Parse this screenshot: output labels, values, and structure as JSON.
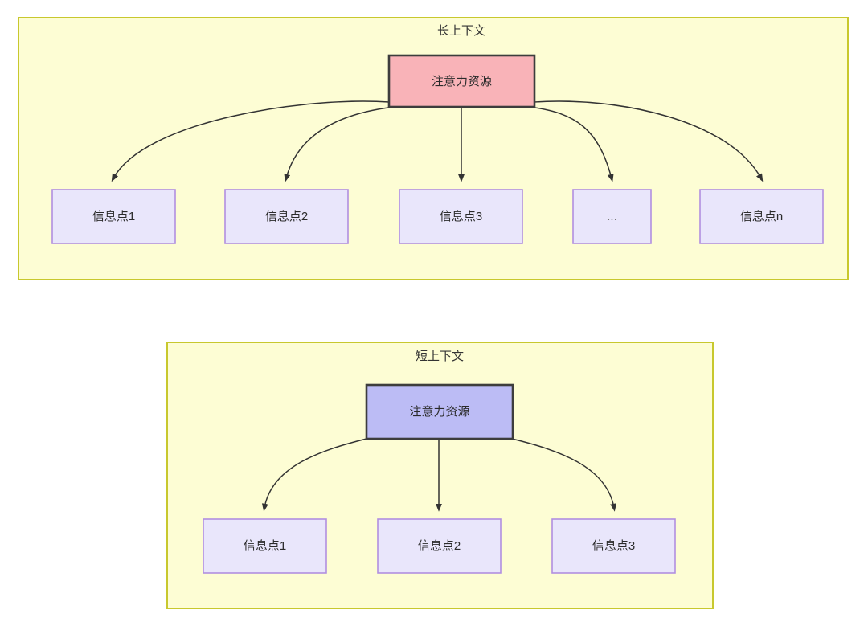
{
  "diagram": {
    "type": "flowchart",
    "background_color": "#ffffff",
    "panels": [
      {
        "id": "long-context",
        "title": "长上下文",
        "fill": "#fdfdd4",
        "border": "#c8c82e",
        "root": {
          "label": "注意力资源",
          "fill": "#f9b3b8",
          "border": "#3d3d3d"
        },
        "leaves": [
          {
            "label": "信息点1",
            "fill": "#e9e6fb",
            "border": "#b18fe0"
          },
          {
            "label": "信息点2",
            "fill": "#e9e6fb",
            "border": "#b18fe0"
          },
          {
            "label": "信息点3",
            "fill": "#e9e6fb",
            "border": "#b18fe0"
          },
          {
            "label": "...",
            "fill": "#e9e6fb",
            "border": "#b18fe0"
          },
          {
            "label": "信息点n",
            "fill": "#e9e6fb",
            "border": "#b18fe0"
          }
        ]
      },
      {
        "id": "short-context",
        "title": "短上下文",
        "fill": "#fdfdd4",
        "border": "#c8c82e",
        "root": {
          "label": "注意力资源",
          "fill": "#bcbcf5",
          "border": "#3d3d3d"
        },
        "leaves": [
          {
            "label": "信息点1",
            "fill": "#e9e6fb",
            "border": "#b18fe0"
          },
          {
            "label": "信息点2",
            "fill": "#e9e6fb",
            "border": "#b18fe0"
          },
          {
            "label": "信息点3",
            "fill": "#e9e6fb",
            "border": "#b18fe0"
          }
        ]
      }
    ],
    "edge_color": "#333333"
  }
}
